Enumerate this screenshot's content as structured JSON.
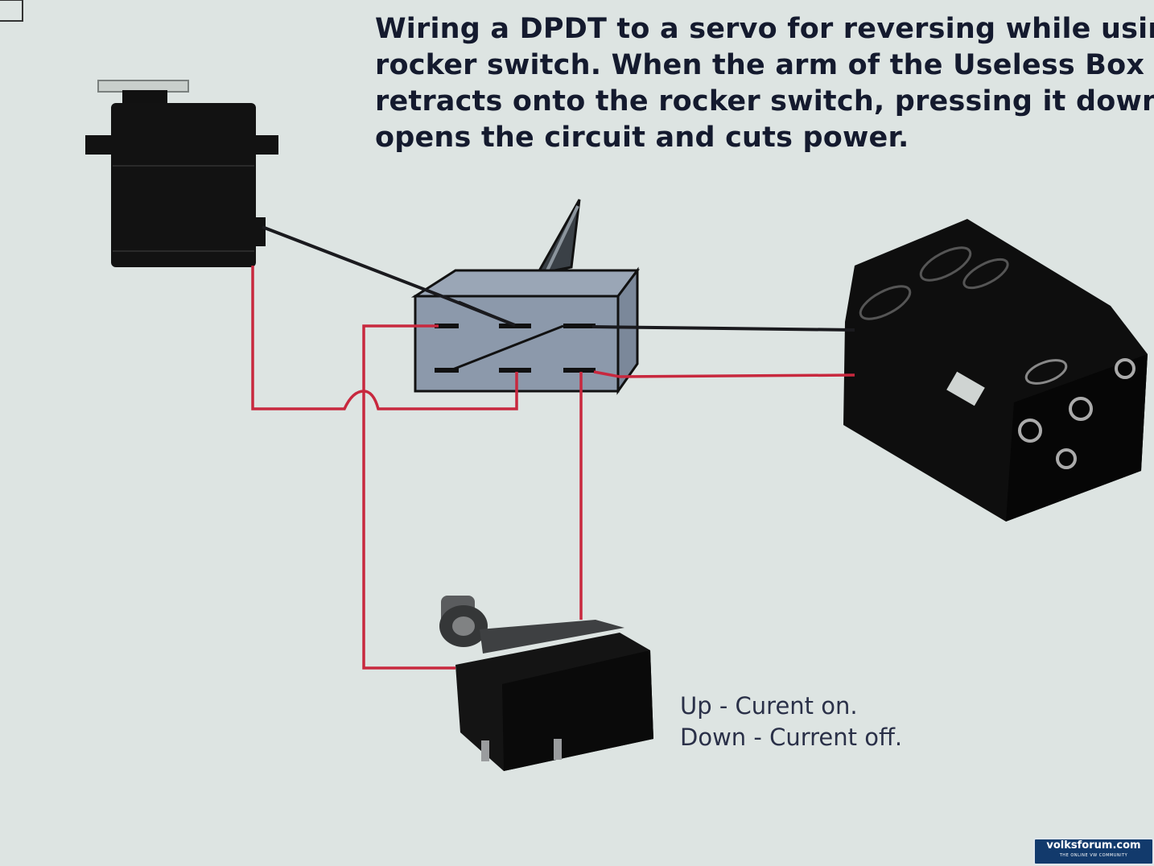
{
  "title_lines": [
    "Wiring a DPDT to a servo for reversing while using a",
    "rocker switch.  When the arm of the Useless Box",
    "retracts onto the rocker switch, pressing it down, it",
    "opens the circuit and cuts power."
  ],
  "note_lines": [
    "Up - Curent on.",
    "Down - Current off."
  ],
  "watermark": {
    "name": "volksforum.com",
    "tagline": "THE ONLINE VW COMMUNITY"
  },
  "colors": {
    "background": "#dde4e2",
    "wire_black": "#1a1a1e",
    "wire_red": "#c8283e",
    "switch_body": "#8c99ab",
    "component": "#121212"
  }
}
